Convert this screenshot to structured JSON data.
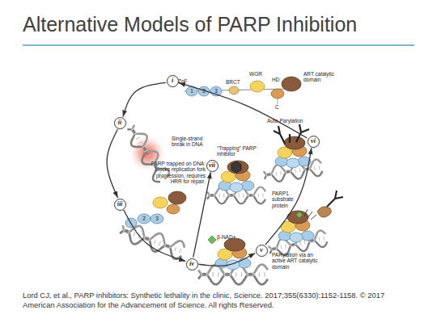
{
  "diagram": {
    "title": "Alternative Models of PARP Inhibition",
    "caption": "Lord CJ, et al., PARP inhibitors: Synthetic lethality in the clinic, Science. 2017;355(6330):1152-1158. © 2017 American Association for the Advancement of Science. All rights Reserved.",
    "nodes": [
      {
        "text": [
          "i"
        ]
      },
      {
        "text": [
          "ii"
        ]
      },
      {
        "text": [
          "iii"
        ]
      },
      {
        "text": [
          "iv"
        ]
      },
      {
        "text": [
          "v"
        ]
      },
      {
        "text": [
          "vi"
        ]
      },
      {
        "text": [
          "vii"
        ]
      }
    ],
    "edges": [
      {
        "from": 0,
        "to": 1,
        "arrow": "to"
      },
      {
        "from": 1,
        "to": 2,
        "arrow": "to"
      },
      {
        "from": 2,
        "to": 3,
        "arrow": "to"
      },
      {
        "from": 3,
        "to": 4,
        "arrow": "to"
      },
      {
        "from": 4,
        "to": 5,
        "arrow": "to"
      },
      {
        "from": 5,
        "to": 0,
        "arrow": "to"
      },
      {
        "from": 3,
        "to": 6,
        "arrow": "to"
      }
    ],
    "labels": [
      "ZnF",
      "1",
      "2",
      "3",
      "BRCT",
      "WGR",
      "HD",
      "ART catalytic domain",
      "C",
      "Single-strand break in DNA",
      "2",
      "3",
      "β-NAD+",
      "PARP1 substrate protein",
      "PARylation via an active ART catalytic domain",
      "Auto-Parylation",
      "“Trapping” PARP inhibitor",
      "PARP trapped on DNA: blocks replication fork progression, requires HRR for repair."
    ]
  }
}
